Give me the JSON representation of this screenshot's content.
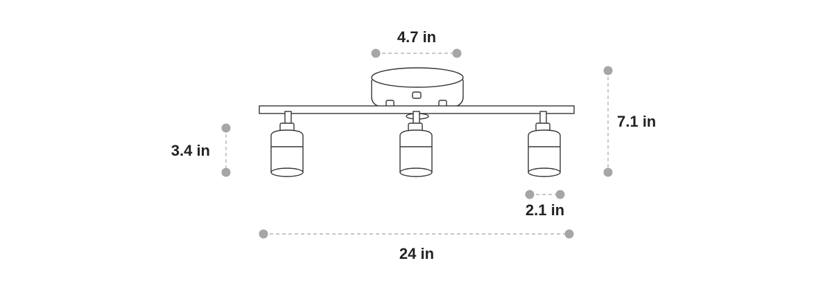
{
  "dimensions": {
    "canopy_width": "4.7 in",
    "total_height": "7.1 in",
    "shade_height": "3.4 in",
    "shade_diameter": "2.1 in",
    "bar_length": "24 in"
  },
  "colors": {
    "line": "#333333",
    "marker": "#a6a6a6",
    "dash": "#b3b3b3",
    "text": "#222222"
  }
}
